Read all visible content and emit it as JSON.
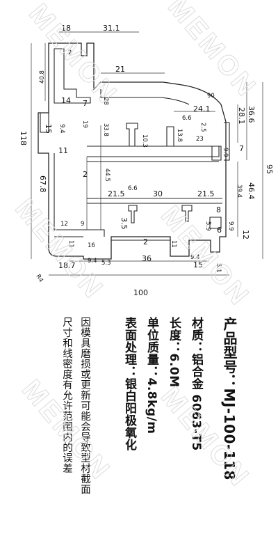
{
  "watermark": "MEMON",
  "drawing": {
    "overall_width": "100",
    "overall_height": "118",
    "right_height": "95",
    "corner_radius": "R4",
    "top": {
      "a": "18",
      "b": "31.1",
      "c": "21",
      "d": "2"
    },
    "left": {
      "a": "40.8",
      "b": "14",
      "c": "7",
      "d": "28",
      "e": "9.4",
      "f": "15",
      "g": "19",
      "h": "33.8",
      "i": "11",
      "j": "67.8",
      "k": "12",
      "l": "9",
      "m": "11"
    },
    "middle": {
      "a": "10.3",
      "b": "2",
      "c": "44.5",
      "d": "6.6",
      "e": "21.5",
      "f": "30",
      "g": "21.5",
      "h": "3.5",
      "i": "2"
    },
    "right": {
      "a": "90",
      "b": "24.1",
      "c": "6.6",
      "d": "36.6",
      "e": "28.1",
      "f": "13.8",
      "g": "2.5",
      "h": "23",
      "i": "9.9",
      "j": "7",
      "k": "46.4",
      "l": "39.4",
      "m": "8",
      "n": "5.9",
      "o": "6",
      "p": "9.9",
      "q": "12"
    },
    "bottom": {
      "a": "16",
      "b": "11",
      "c": "18.7",
      "d": "9.4",
      "e": "5.3",
      "f": "36",
      "g": "9.4",
      "h": "15",
      "i": "5.1"
    }
  },
  "specs": {
    "model_label": "产品型号：",
    "model_value": "MJ-100-118",
    "material": "材质：铝合金 6063-T5",
    "length": "长度：6.0M",
    "unit_mass": "单位质量：4.8kg/m",
    "surface": "表面处理：银白阳极氧化",
    "note_line1": "因模具磨损或更新可能会导致型材截面",
    "note_line2": "尺寸和线密度有允许范围内的误差"
  }
}
